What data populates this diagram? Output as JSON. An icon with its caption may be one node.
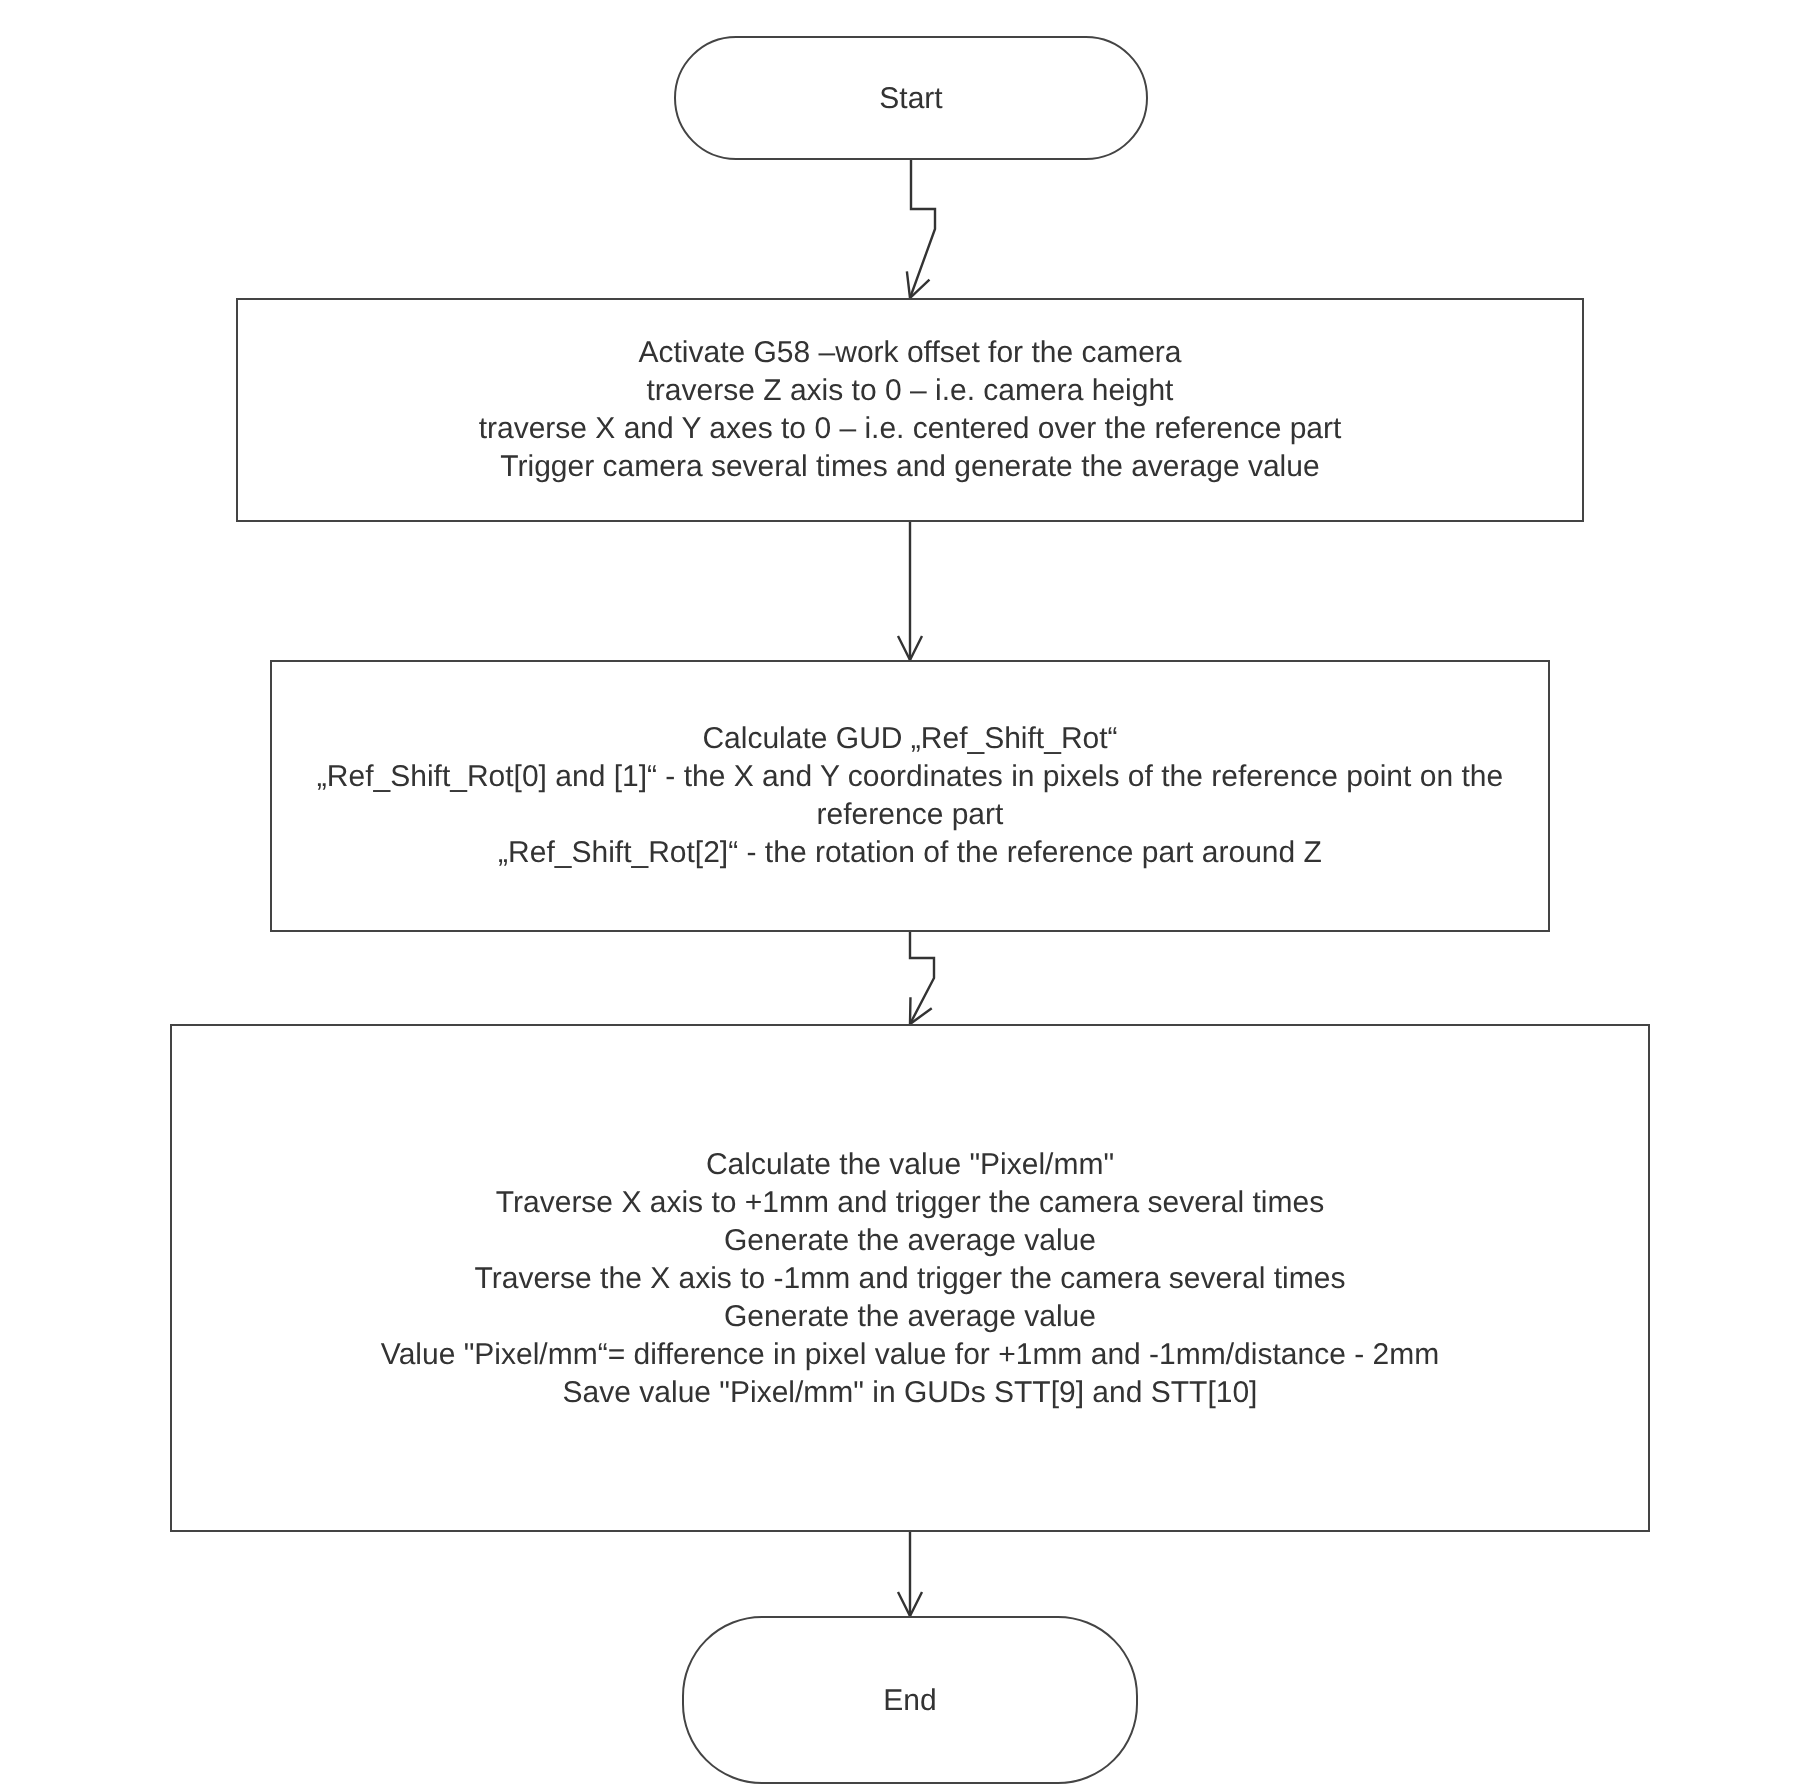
{
  "diagram": {
    "nodes": [
      {
        "text": [
          "Start"
        ]
      },
      {
        "text": [
          "Activate G58 –work offset for the camera",
          "traverse Z axis to 0 – i.e. camera height",
          "traverse X and Y axes to 0 – i.e. centered over the reference part",
          "Trigger camera several times and generate the average value"
        ]
      },
      {
        "text": [
          "Calculate GUD „Ref_Shift_Rot“",
          "„Ref_Shift_Rot[0] and [1]“ - the X and Y coordinates in pixels of the reference point on the reference part",
          "„Ref_Shift_Rot[2]“ - the rotation of the reference part around Z"
        ]
      },
      {
        "text": [
          "Calculate the value \"Pixel/mm\"",
          "Traverse X axis to +1mm and trigger the camera several times",
          "Generate the average value",
          "Traverse the X axis to -1mm and trigger the camera several times",
          "Generate the average value",
          "Value \"Pixel/mm“= difference in pixel value for +1mm and -1mm/distance - 2mm",
          "Save value \"Pixel/mm\" in GUDs STT[9] and STT[10]"
        ]
      },
      {
        "text": [
          "End"
        ]
      }
    ],
    "edges": [
      {
        "from": 0,
        "to": 1,
        "arrow": "to"
      },
      {
        "from": 1,
        "to": 2,
        "arrow": "to"
      },
      {
        "from": 2,
        "to": 3,
        "arrow": "to"
      },
      {
        "from": 3,
        "to": 4,
        "arrow": "to"
      }
    ]
  }
}
